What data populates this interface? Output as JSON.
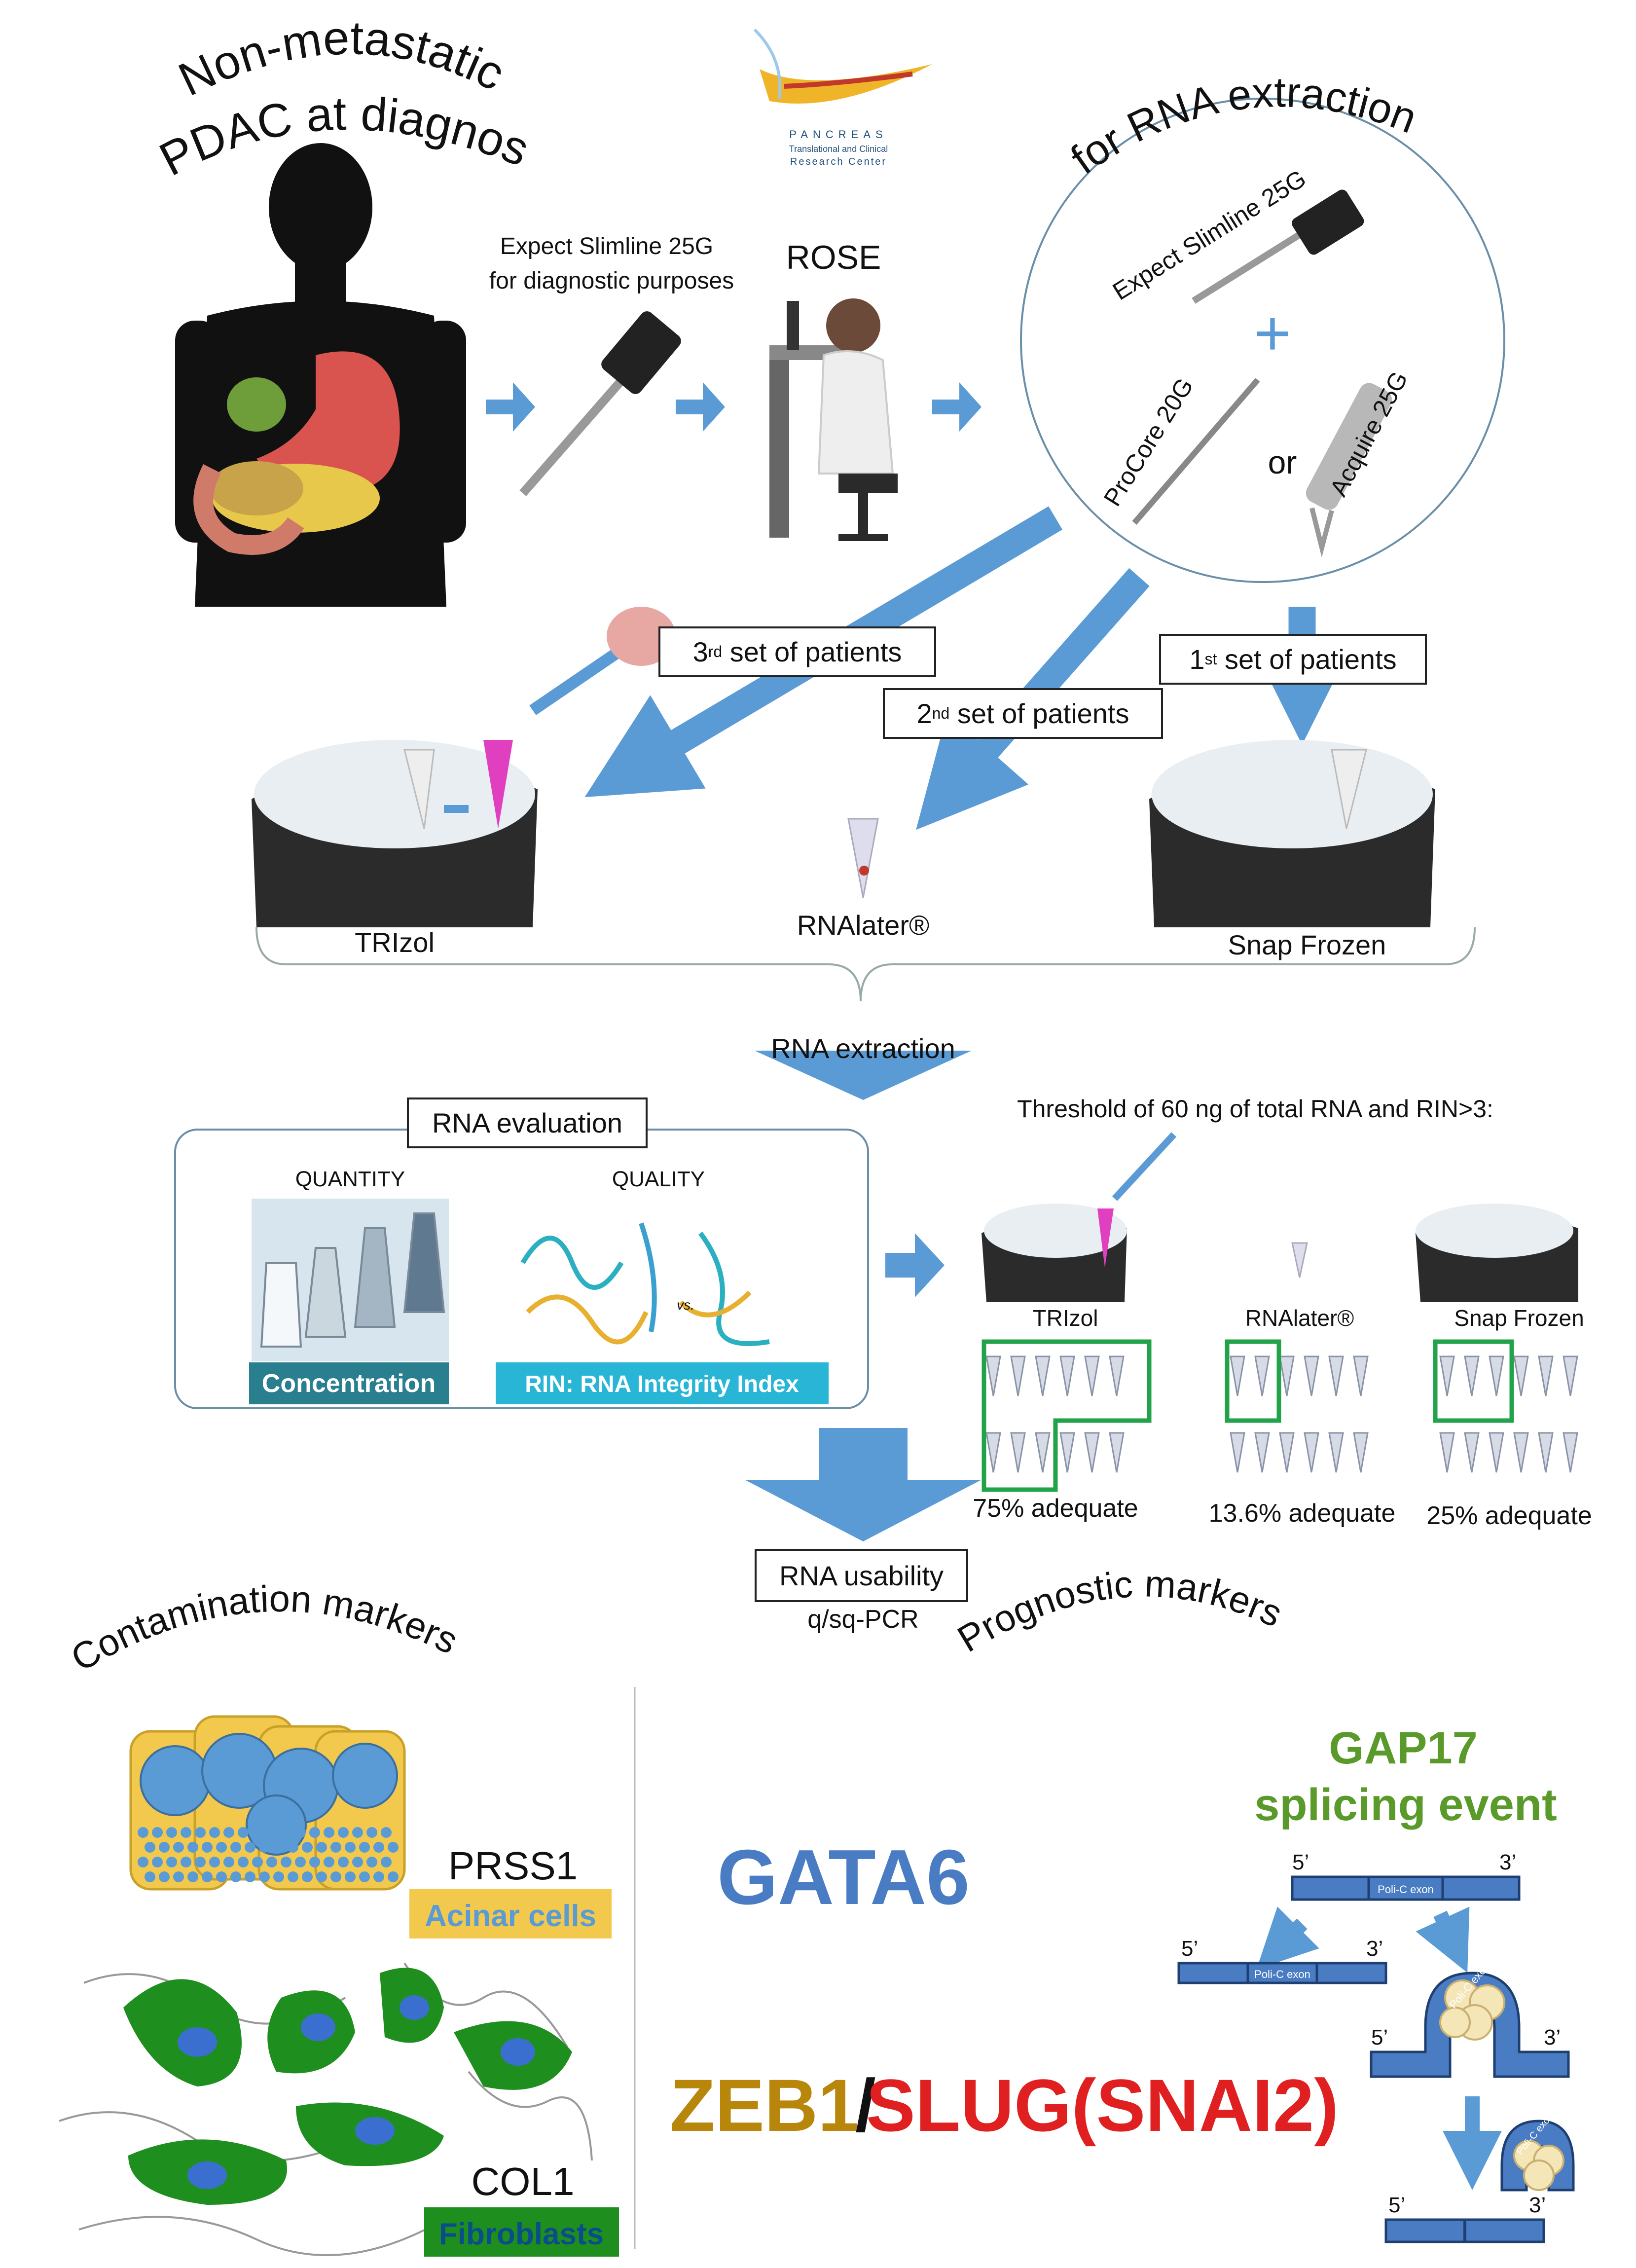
{
  "colors": {
    "arrow": "#5b9bd5",
    "green_box": "#22a34a",
    "acinar": "#f2c94c",
    "fibro": "#1e8f1e",
    "gata6": "#4a7cc4",
    "zeb1": "#b8860b",
    "slug": "#e02020",
    "gap17": "#5a9a2a",
    "conc_bar": "#2a7f8f",
    "rin_bar": "#29b6d6"
  },
  "titles": {
    "non_metastatic": [
      "Non-metastatic",
      "PDAC at diagnosis"
    ],
    "for_rna_extraction": "for RNA extraction",
    "contamination_markers": "Contamination markers",
    "prognostic_markers": "Prognostic markers"
  },
  "logo": {
    "word": "PANCREAS",
    "sub1": "Translational and Clinical",
    "sub2": "Research Center"
  },
  "needle_diag": {
    "line1": "Expect Slimline 25G",
    "line2": "for diagnostic purposes"
  },
  "rose": "ROSE",
  "circle": {
    "expect": "Expect Slimline 25G",
    "plus": "+",
    "procore": "ProCore 20G",
    "or": "or",
    "acquire": "Acquire 25G"
  },
  "sets": {
    "third": {
      "num": "3",
      "sup": "rd",
      "rest": " set of patients"
    },
    "second": {
      "num": "2",
      "sup": "nd",
      "rest": " set of patients"
    },
    "first": {
      "num": "1",
      "sup": "st",
      "rest": " set of patients"
    }
  },
  "storage": {
    "trizol": "TRIzol",
    "rnalater": "RNAlater®",
    "snap": "Snap Frozen"
  },
  "rna_extraction": "RNA extraction",
  "evaluation": {
    "title": "RNA evaluation",
    "quantity": "QUANTITY",
    "quality": "QUALITY",
    "vs": "vs.",
    "concentration": "Concentration",
    "rin": "RIN: RNA Integrity Index"
  },
  "threshold": "Threshold of 60 ng of total RNA and RIN>3:",
  "results": [
    {
      "label": "TRIzol",
      "adequate": "75% adequate"
    },
    {
      "label": "RNAlater®",
      "adequate": "13.6% adequate"
    },
    {
      "label": "Snap Frozen",
      "adequate": "25% adequate"
    }
  ],
  "usability": {
    "box": "RNA usability",
    "method": "q/sq-PCR"
  },
  "markers": {
    "prss1": "PRSS1",
    "acinar": "Acinar cells",
    "col1": "COL1",
    "fibroblasts": "Fibroblasts",
    "gata6": "GATA6",
    "zeb1": "ZEB1",
    "slash": "/",
    "slug": "SLUG(SNAI2)",
    "gap17_1": "GAP17",
    "gap17_2": "splicing event",
    "five": "5’",
    "three": "3’",
    "exon": "Poli-C exon"
  }
}
